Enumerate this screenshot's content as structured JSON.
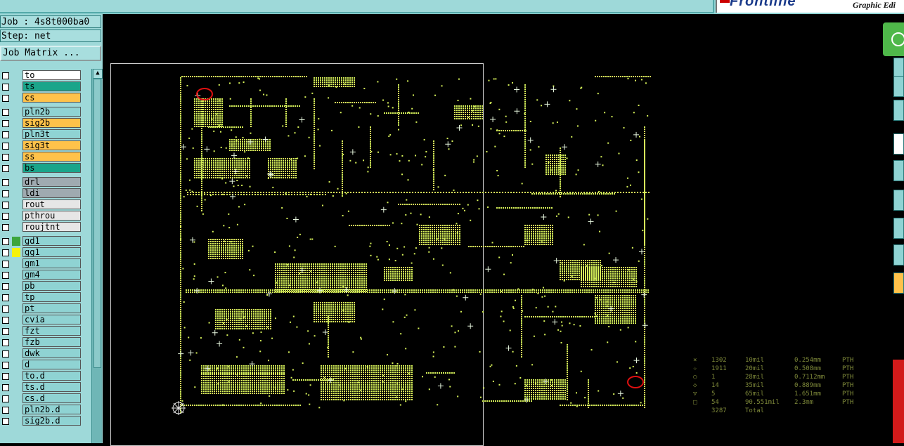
{
  "header": {
    "brand_logo_text": "Frontline",
    "brand_subtitle": "Graphic Edi"
  },
  "job": {
    "label": "Job : 4s8t000ba0",
    "step": "Step: net",
    "matrix_button": "Job Matrix ..."
  },
  "layers": [
    {
      "name": "to",
      "color": "#ffffff",
      "swatch": ""
    },
    {
      "name": "ts",
      "color": "#1aa58a",
      "swatch": ""
    },
    {
      "name": "cs",
      "color": "#ffc24a",
      "swatch": ""
    },
    {
      "name": "pln2b",
      "color": "#8fd3d3",
      "swatch": ""
    },
    {
      "name": "sig2b",
      "color": "#ffc24a",
      "swatch": ""
    },
    {
      "name": "pln3t",
      "color": "#8fd3d3",
      "swatch": ""
    },
    {
      "name": "sig3t",
      "color": "#ffc24a",
      "swatch": ""
    },
    {
      "name": "ss",
      "color": "#ffc24a",
      "swatch": ""
    },
    {
      "name": "bs",
      "color": "#1aa58a",
      "swatch": ""
    },
    {
      "name": "drl",
      "color": "#9faab0",
      "swatch": ""
    },
    {
      "name": "ldi",
      "color": "#9faab0",
      "swatch": ""
    },
    {
      "name": "rout",
      "color": "#e6e6e6",
      "swatch": ""
    },
    {
      "name": "pthrou",
      "color": "#e6e6e6",
      "swatch": ""
    },
    {
      "name": "roujtnt",
      "color": "#e6e6e6",
      "swatch": ""
    },
    {
      "name": "gd1",
      "color": "#8fd3d3",
      "swatch": "#3da53d"
    },
    {
      "name": "gg1",
      "color": "#8fd3d3",
      "swatch": "#f5f20a"
    },
    {
      "name": "gm1",
      "color": "#8fd3d3",
      "swatch": ""
    },
    {
      "name": "gm4",
      "color": "#8fd3d3",
      "swatch": ""
    },
    {
      "name": "pb",
      "color": "#8fd3d3",
      "swatch": ""
    },
    {
      "name": "tp",
      "color": "#8fd3d3",
      "swatch": ""
    },
    {
      "name": "pt",
      "color": "#8fd3d3",
      "swatch": ""
    },
    {
      "name": "cvia",
      "color": "#8fd3d3",
      "swatch": ""
    },
    {
      "name": "fzt",
      "color": "#8fd3d3",
      "swatch": ""
    },
    {
      "name": "fzb",
      "color": "#8fd3d3",
      "swatch": ""
    },
    {
      "name": "dwk",
      "color": "#8fd3d3",
      "swatch": ""
    },
    {
      "name": "d",
      "color": "#8fd3d3",
      "swatch": ""
    },
    {
      "name": "to.d",
      "color": "#8fd3d3",
      "swatch": ""
    },
    {
      "name": "ts.d",
      "color": "#8fd3d3",
      "swatch": ""
    },
    {
      "name": "cs.d",
      "color": "#8fd3d3",
      "swatch": ""
    },
    {
      "name": "pln2b.d",
      "color": "#8fd3d3",
      "swatch": ""
    },
    {
      "name": "sig2b.d",
      "color": "#8fd3d3",
      "swatch": ""
    }
  ],
  "drill_table": [
    {
      "sym": "×",
      "count": "1302",
      "size_mil": "10mil",
      "size_mm": "0.254mm",
      "type": "PTH"
    },
    {
      "sym": "☆",
      "count": "1911",
      "size_mil": "20mil",
      "size_mm": "0.508mm",
      "type": "PTH"
    },
    {
      "sym": "○",
      "count": "1",
      "size_mil": "28mil",
      "size_mm": "0.7112mm",
      "type": "PTH"
    },
    {
      "sym": "◇",
      "count": "14",
      "size_mil": "35mil",
      "size_mm": "0.889mm",
      "type": "PTH"
    },
    {
      "sym": "▽",
      "count": "5",
      "size_mil": "65mil",
      "size_mm": "1.651mm",
      "type": "PTH"
    },
    {
      "sym": "□",
      "count": "54",
      "size_mil": "90.551mil",
      "size_mm": "2.3mm",
      "type": "PTH"
    },
    {
      "sym": "",
      "count": "3287",
      "size_mil": "Total",
      "size_mm": "",
      "type": ""
    }
  ],
  "colors": {
    "panel": "#9ed9d9",
    "drill_mark": "#d7f25a",
    "highlight_circle": "#e01010"
  }
}
